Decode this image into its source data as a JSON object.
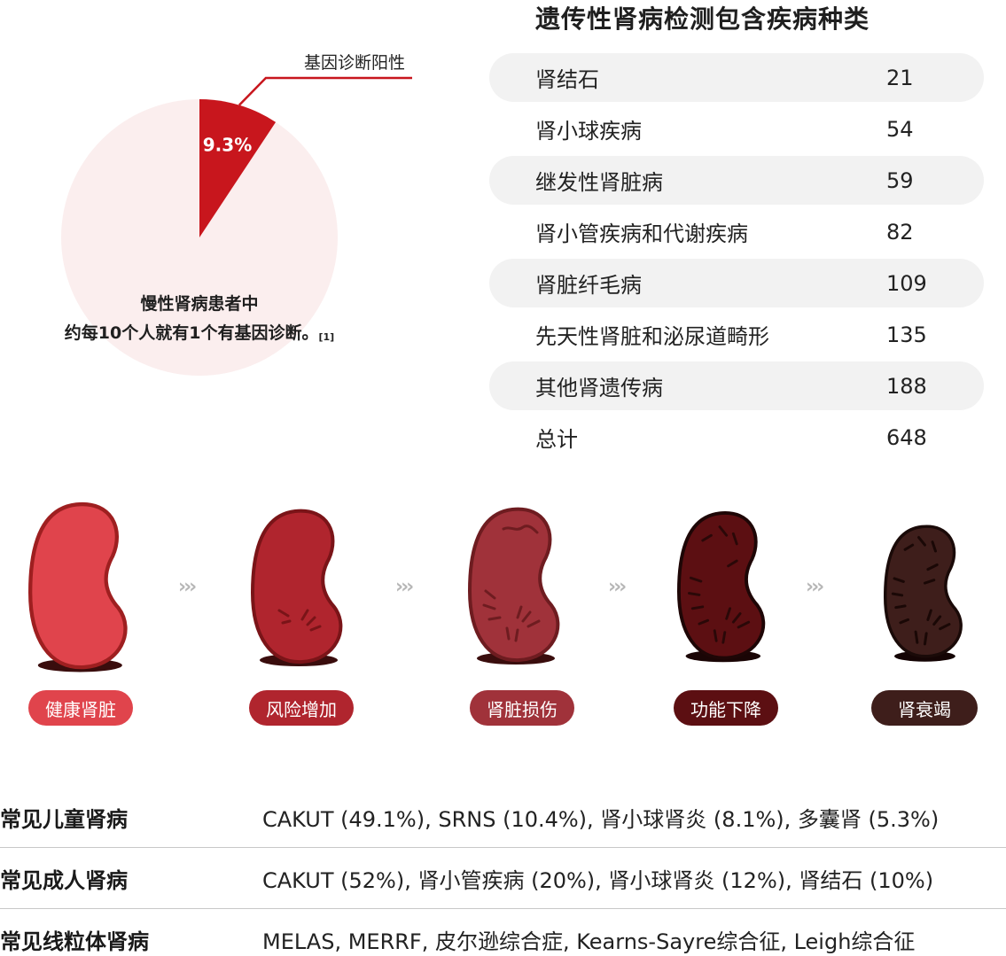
{
  "chart_data": [
    {
      "type": "pie",
      "slices": [
        {
          "label": "基因诊断阳性",
          "value": 9.3,
          "value_label": "9.3%",
          "color": "#c8161d"
        },
        {
          "label": "",
          "value": 90.7,
          "color": "#fbeeee"
        }
      ],
      "caption_line1": "慢性肾病患者中",
      "caption_line2": "约每10个人就有1个有基因诊断。",
      "caption_ref": "[1]"
    },
    {
      "type": "table",
      "title": "遗传性肾病检测包含疾病种类",
      "rows": [
        {
          "name": "肾结石",
          "count": "21"
        },
        {
          "name": "肾小球疾病",
          "count": "54"
        },
        {
          "name": "继发性肾脏病",
          "count": "59"
        },
        {
          "name": "肾小管疾病和代谢疾病",
          "count": "82"
        },
        {
          "name": "肾脏纤毛病",
          "count": "109"
        },
        {
          "name": "先天性肾脏和泌尿道畸形",
          "count": "135"
        },
        {
          "name": "其他肾遗传病",
          "count": "188"
        },
        {
          "name": "总计",
          "count": "648"
        }
      ]
    }
  ],
  "stages": [
    {
      "label": "健康肾脏",
      "color": "#e0444c"
    },
    {
      "label": "风险增加",
      "color": "#b0252e"
    },
    {
      "label": "肾脏损伤",
      "color": "#a0323a"
    },
    {
      "label": "功能下降",
      "color": "#5c0f12"
    },
    {
      "label": "肾衰竭",
      "color": "#3e1e1b"
    }
  ],
  "arrow_glyph": "›››",
  "common_diseases": [
    {
      "label": "常见儿童肾病",
      "value": "CAKUT (49.1%), SRNS (10.4%), 肾小球肾炎 (8.1%), 多囊肾 (5.3%)"
    },
    {
      "label": "常见成人肾病",
      "value": "CAKUT (52%), 肾小管疾病 (20%), 肾小球肾炎 (12%), 肾结石 (10%)"
    },
    {
      "label": "常见线粒体肾病",
      "value": "MELAS, MERRF, 皮尔逊综合症, Kearns-Sayre综合征, Leigh综合征"
    }
  ]
}
